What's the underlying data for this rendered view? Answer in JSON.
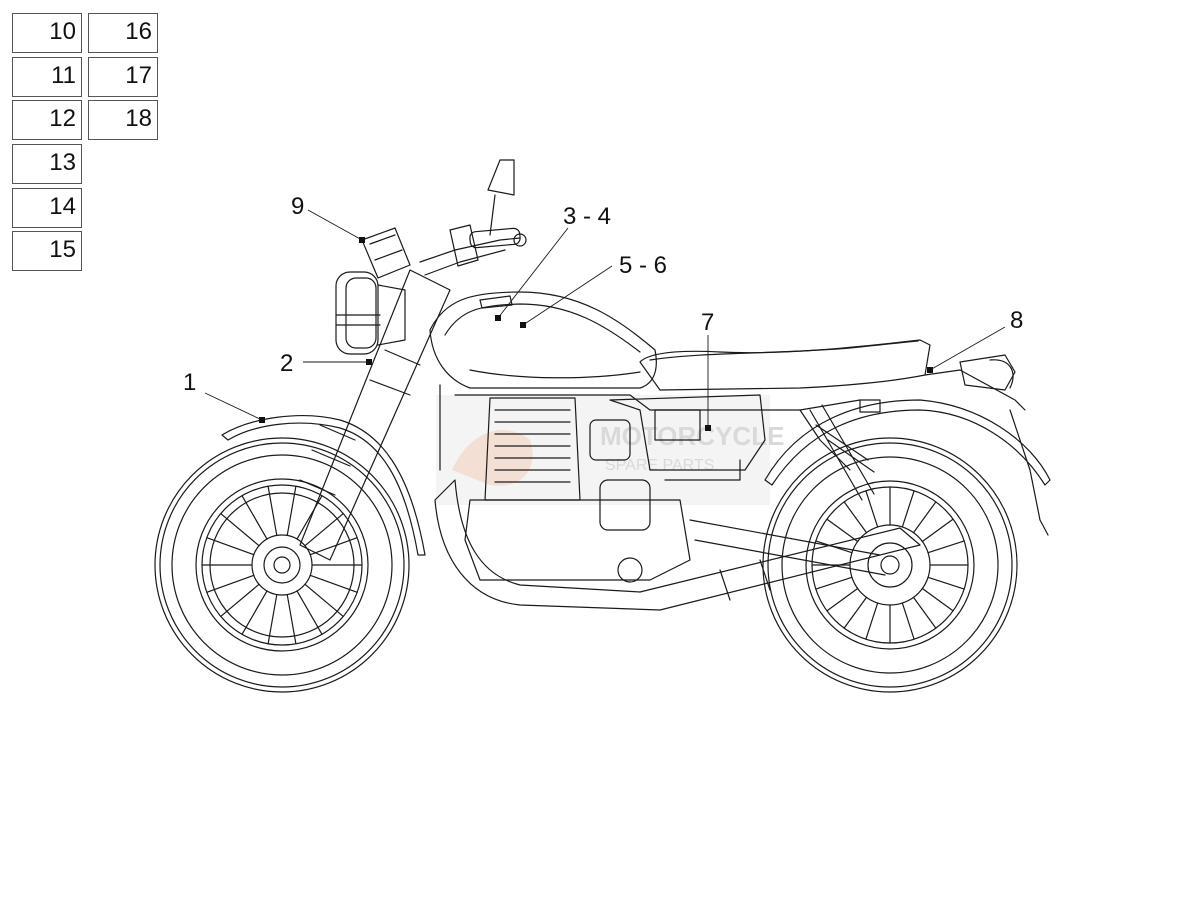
{
  "ref_table": {
    "left_column": [
      "10",
      "11",
      "12",
      "13",
      "14",
      "15"
    ],
    "right_column": [
      "16",
      "17",
      "18"
    ]
  },
  "callouts": [
    "1",
    "2",
    "3 - 4",
    "5 - 6",
    "7",
    "8",
    "9"
  ],
  "watermark": {
    "text": "MOTORCYCLE",
    "subtext": "SPARE PARTS"
  },
  "colors": {
    "line": "#1a1a1a",
    "watermark": "#d9d9d9",
    "watermark_accent": "#f0d7c8",
    "box_border": "#555555"
  }
}
